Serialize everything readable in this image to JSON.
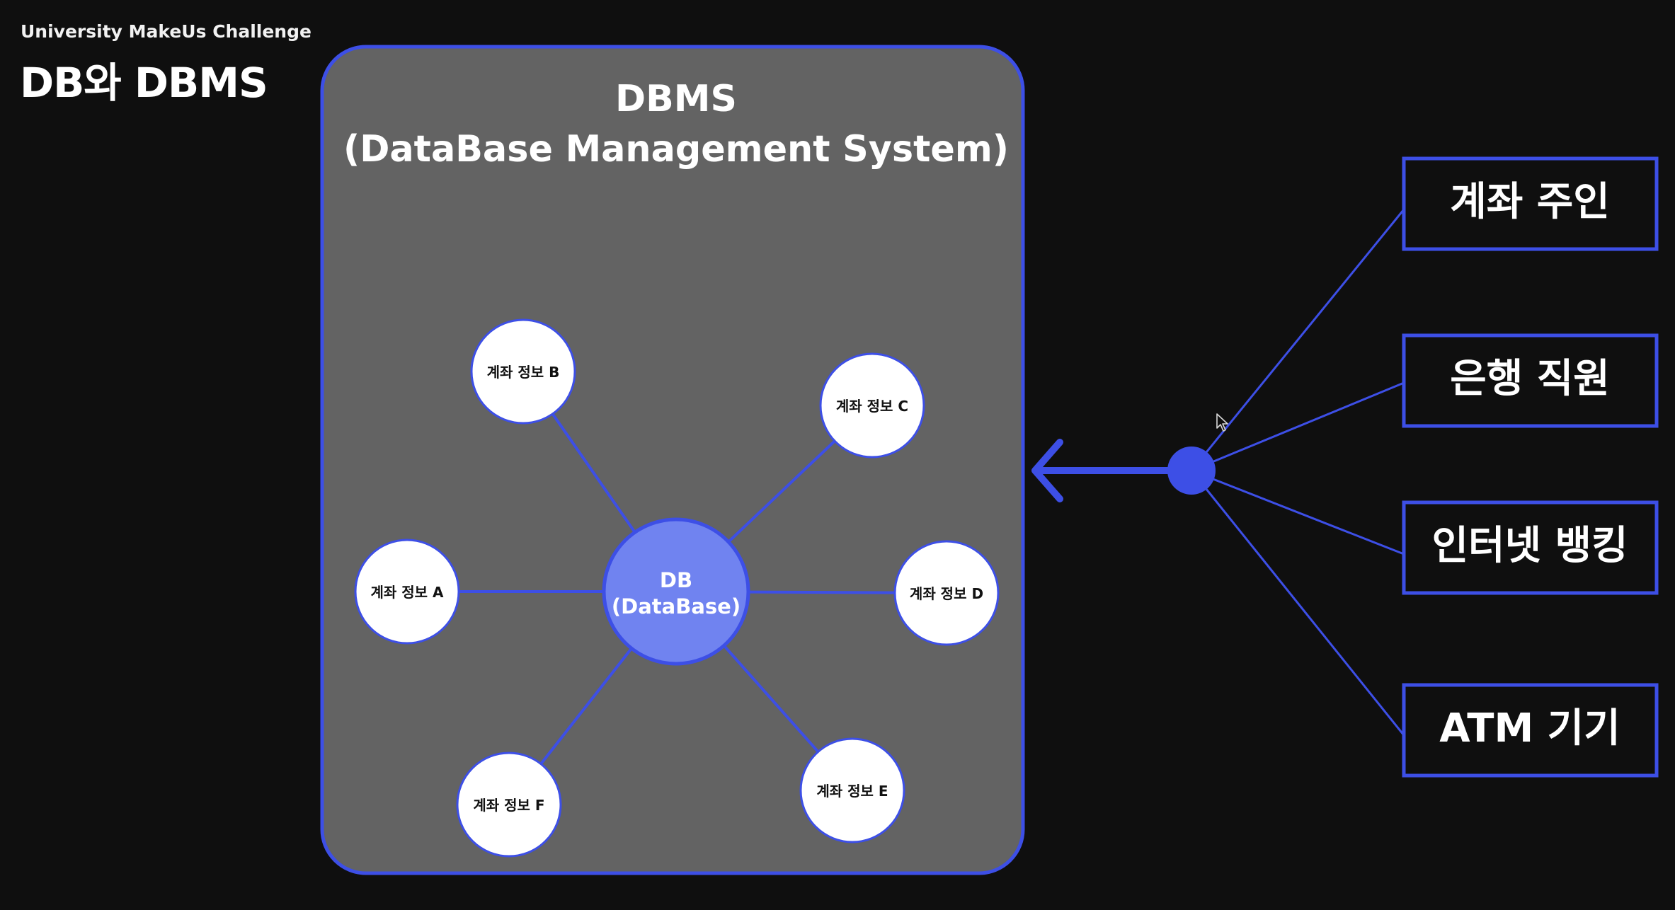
{
  "header": {
    "subtitle": "University MakeUs Challenge",
    "title": "DB와 DBMS"
  },
  "dbms": {
    "title_line1": "DBMS",
    "title_line2": "(DataBase Management System)",
    "center": {
      "line1": "DB",
      "line2": "(DataBase)"
    },
    "nodes": [
      {
        "id": "a",
        "label": "계좌 정보 A"
      },
      {
        "id": "b",
        "label": "계좌 정보 B"
      },
      {
        "id": "c",
        "label": "계좌 정보 C"
      },
      {
        "id": "d",
        "label": "계좌 정보 D"
      },
      {
        "id": "e",
        "label": "계좌 정보 E"
      },
      {
        "id": "f",
        "label": "계좌 정보 F"
      }
    ]
  },
  "users": [
    {
      "id": "account-owner",
      "label": "계좌 주인"
    },
    {
      "id": "bank-employee",
      "label": "은행 직원"
    },
    {
      "id": "internet-banking",
      "label": "인터넷 뱅킹"
    },
    {
      "id": "atm-device",
      "label": "ATM 기기"
    }
  ],
  "colors": {
    "background": "#0f0f0f",
    "panel": "#636363",
    "accent": "#3d4fe6",
    "db_fill": "#7083f0",
    "node_fill": "#ffffff"
  }
}
